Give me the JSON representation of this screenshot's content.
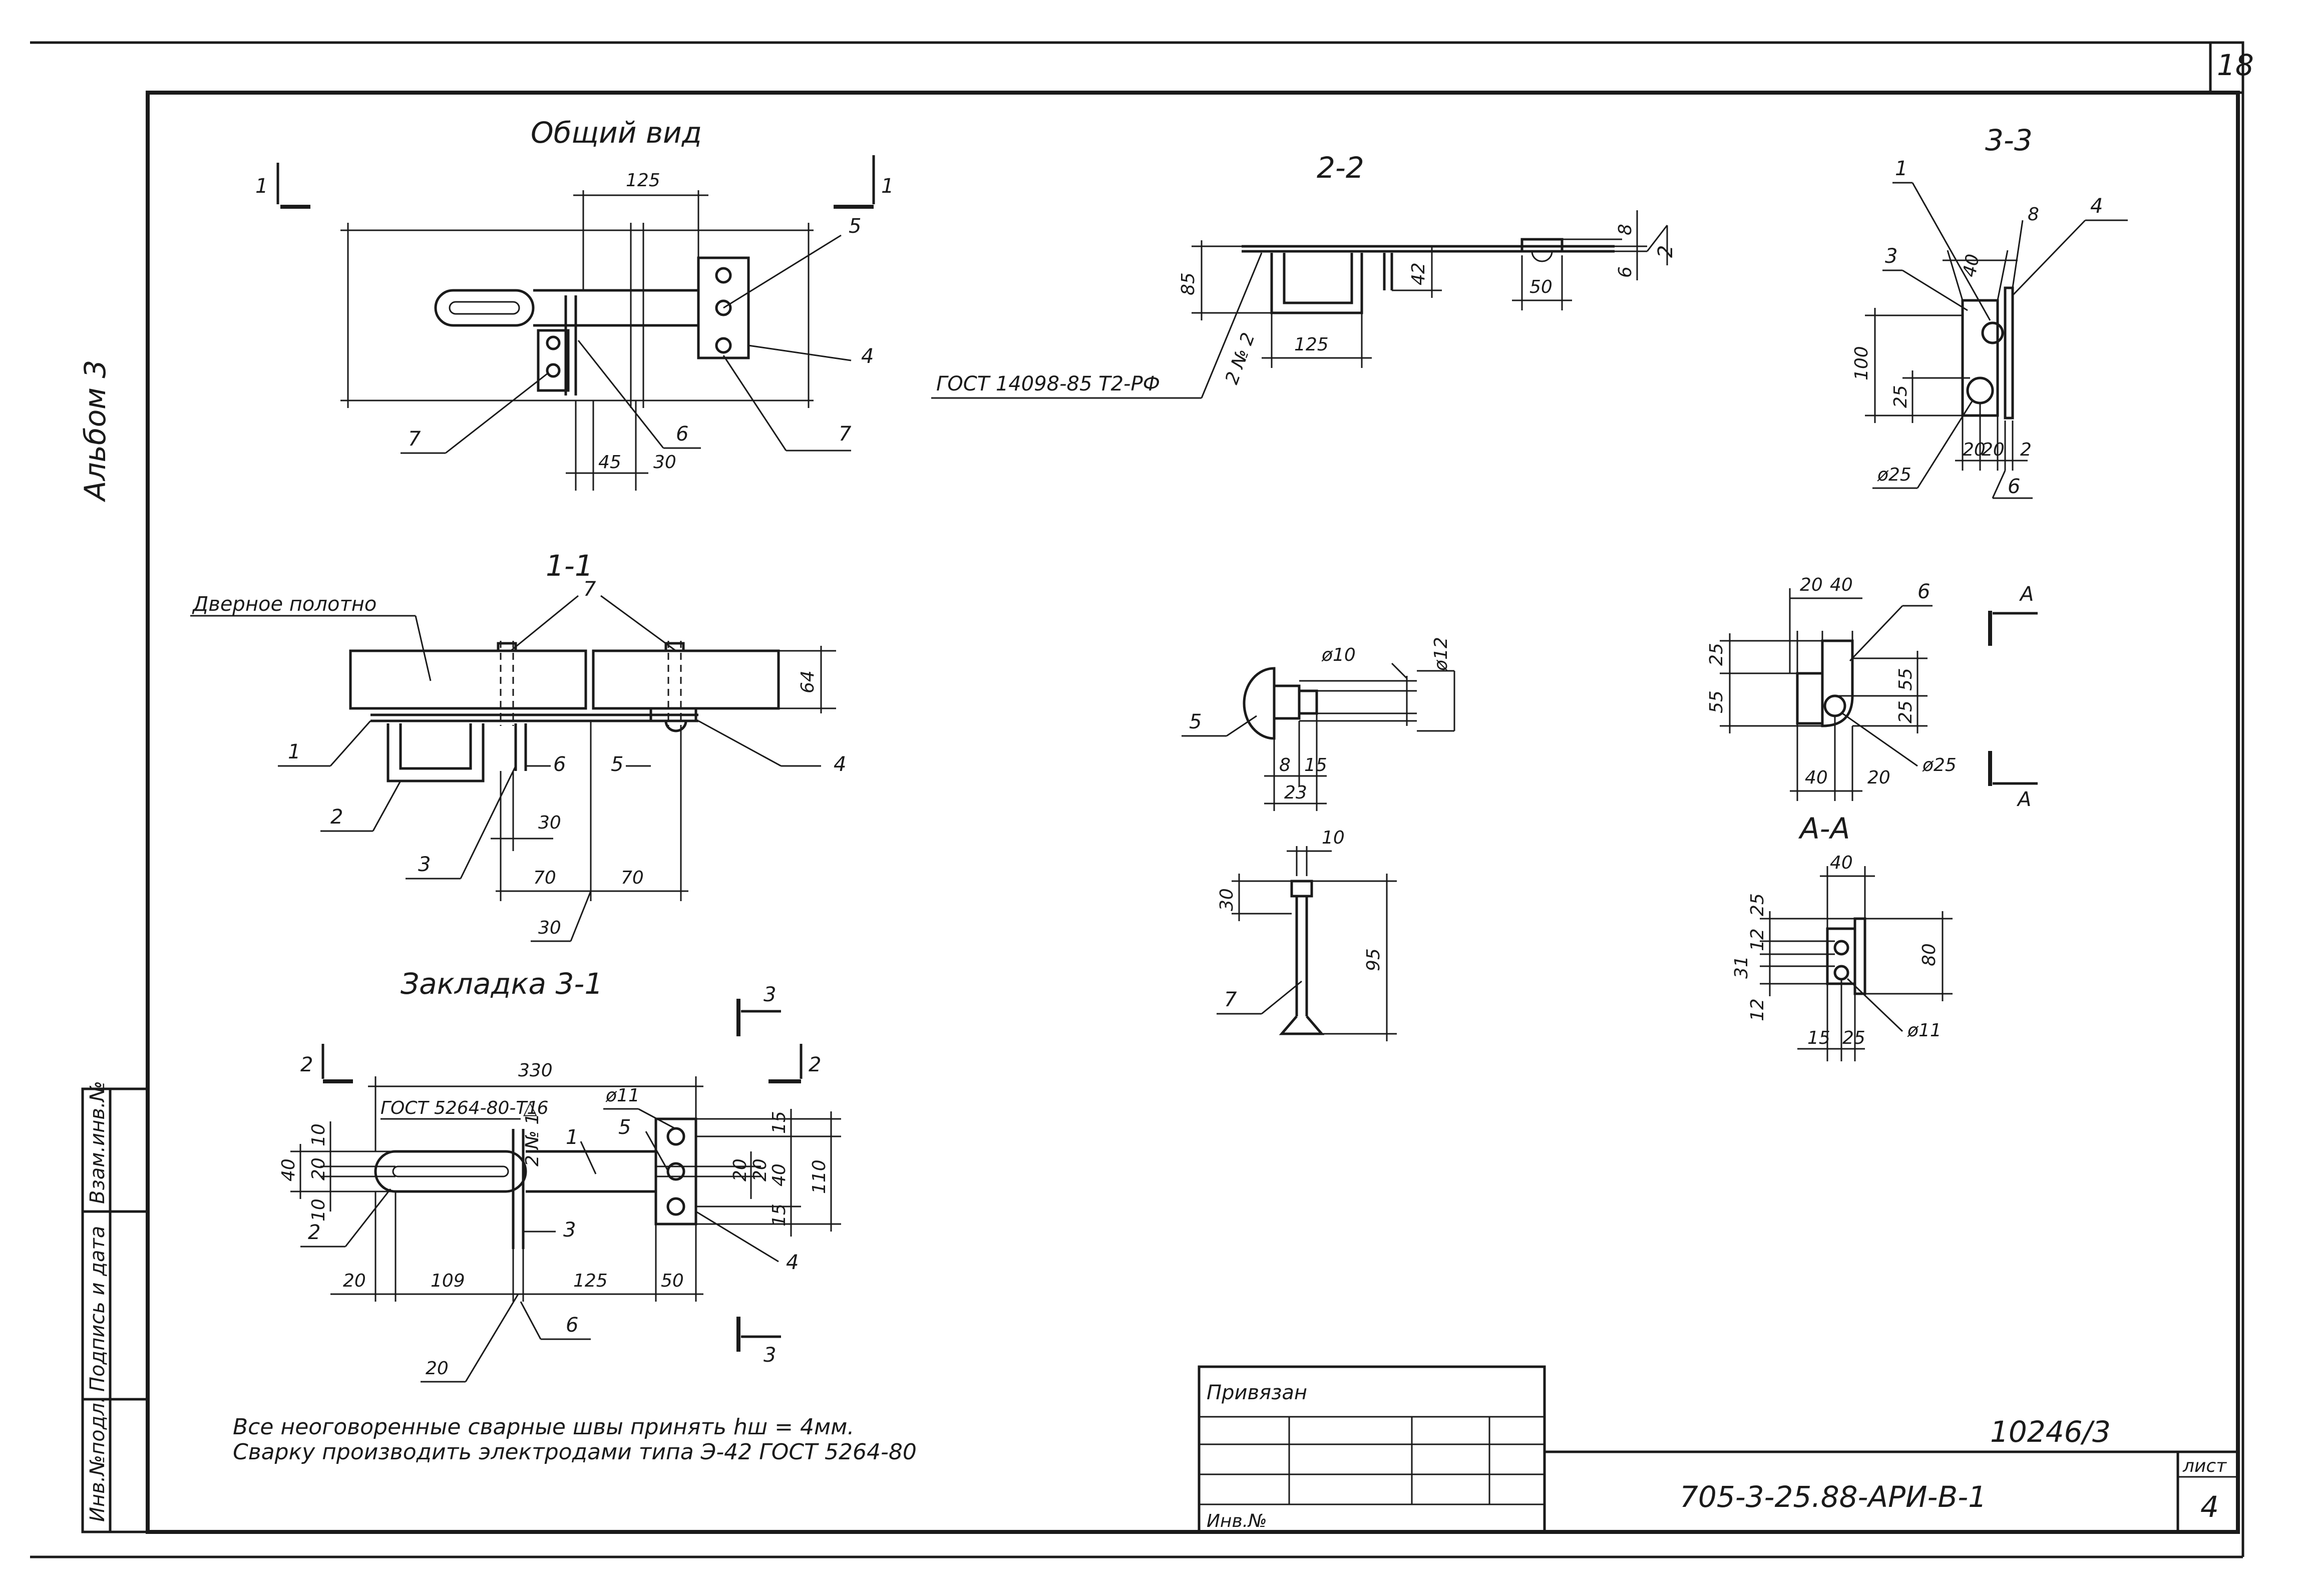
{
  "sheet": {
    "page_number": "18",
    "album": "Альбом 3",
    "cipher": "705-3-25.88-АРИ-В-1",
    "inventory_no": "10246/3",
    "sheet_label": "лист",
    "sheet_no": "4",
    "bound_label": "Привязан",
    "inv_label": "Инв.№",
    "side_stamp": [
      "Инв.№подл.",
      "Подпись и дата",
      "Взам.инв.№"
    ]
  },
  "views": {
    "general": {
      "title": "Общий вид",
      "section_mark": "1",
      "dims": [
        "125",
        "45",
        "30"
      ],
      "labels": [
        "5",
        "4",
        "7",
        "6",
        "7"
      ]
    },
    "section_1_1": {
      "title": "1-1",
      "door_label": "Дверное полотно",
      "dims": [
        "64",
        "30",
        "70",
        "70",
        "30"
      ],
      "labels": [
        "7",
        "1",
        "6",
        "5",
        "4",
        "2",
        "3"
      ]
    },
    "section_2_2": {
      "title": "2-2",
      "gost": "ГОСТ 14098-85 Т2-РФ",
      "weld": "2 № 2",
      "dims": [
        "85",
        "42",
        "125",
        "50",
        "8",
        "6"
      ],
      "labels": [
        "2"
      ]
    },
    "section_3_3": {
      "title": "3-3",
      "dims": [
        "40",
        "8",
        "100",
        "25",
        "20",
        "20",
        "2",
        "ø25"
      ],
      "labels": [
        "1",
        "4",
        "3",
        "6"
      ]
    },
    "detail_5": {
      "dims": [
        "ø10",
        "ø12",
        "8",
        "15",
        "23"
      ],
      "label": "5"
    },
    "detail_7": {
      "dims": [
        "10",
        "30",
        "95"
      ],
      "label": "7"
    },
    "detail_6": {
      "dims": [
        "20",
        "40",
        "25",
        "55",
        "55",
        "25",
        "40",
        "20",
        "ø25"
      ],
      "label": "6",
      "section_mark": "А"
    },
    "section_A_A": {
      "title": "А-А",
      "dims": [
        "40",
        "25",
        "12",
        "31",
        "80",
        "12",
        "15",
        "25",
        "ø11"
      ]
    },
    "insert_3_1": {
      "title": "Закладка 3-1",
      "gost": "ГОСТ 5264-80-Т1",
      "weld_sym": "△6",
      "weld": "2 № 1",
      "section_mark_2": "2",
      "section_mark_3": "3",
      "dims": [
        "330",
        "ø11",
        "10",
        "40",
        "20",
        "10",
        "15",
        "20",
        "20",
        "40",
        "110",
        "15",
        "20",
        "109",
        "125",
        "50",
        "20"
      ],
      "labels": [
        "5",
        "1",
        "2",
        "3",
        "4",
        "6"
      ]
    }
  },
  "notes": [
    "Все неоговоренные сварные швы принять hш = 4мм.",
    "Сварку производить электродами типа Э-42 ГОСТ 5264-80"
  ]
}
